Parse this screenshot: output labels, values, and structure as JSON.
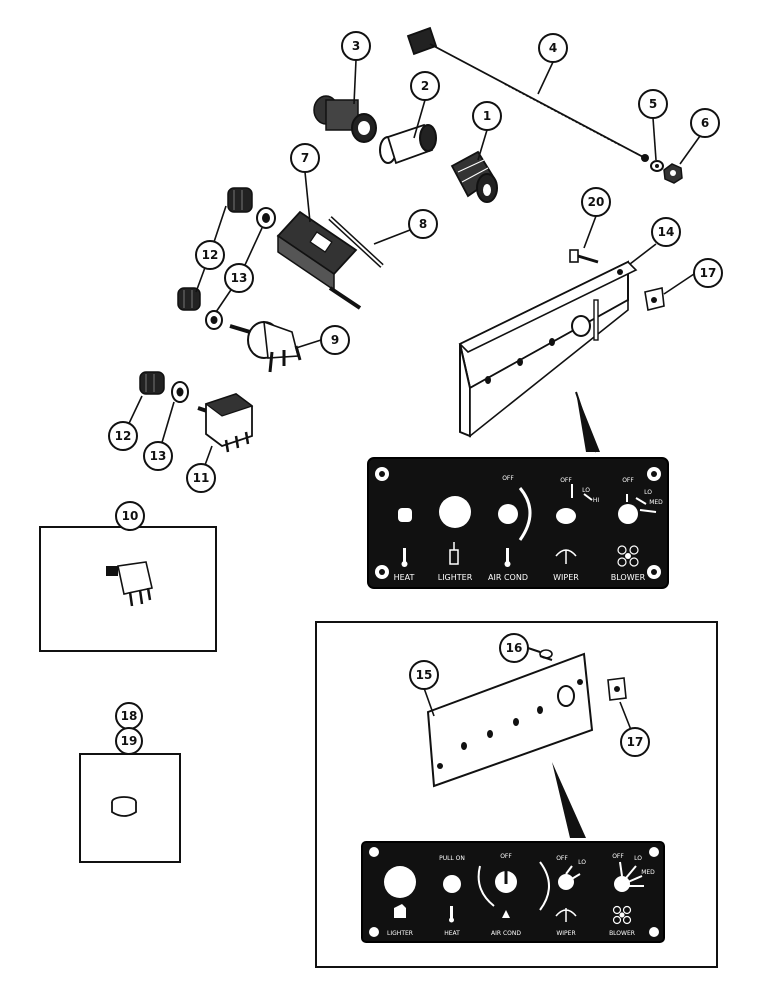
{
  "callouts": {
    "c1": "1",
    "c2": "2",
    "c3": "3",
    "c4": "4",
    "c5": "5",
    "c6": "6",
    "c7": "7",
    "c8": "8",
    "c9": "9",
    "c10": "10",
    "c11": "11",
    "c12a": "12",
    "c12b": "12",
    "c13a": "13",
    "c13b": "13",
    "c14": "14",
    "c15": "15",
    "c16": "16",
    "c17a": "17",
    "c17b": "17",
    "c18": "18",
    "c19": "19",
    "c20": "20"
  },
  "panel_upper": {
    "labels": [
      "HEAT",
      "LIGHTER",
      "AIR COND",
      "WIPER",
      "BLOWER"
    ],
    "off1": "OFF",
    "off2": "OFF",
    "off3": "OFF",
    "lo1": "LO",
    "hi1": "HI",
    "lo2": "LO",
    "med2": "MED"
  },
  "panel_lower": {
    "labels": [
      "LIGHTER",
      "HEAT",
      "AIR COND",
      "WIPER",
      "BLOWER"
    ],
    "pull_on": "PULL ON",
    "off1": "OFF",
    "off2": "OFF",
    "off3": "OFF",
    "lo1": "LO",
    "lo2": "LO",
    "med2": "MED"
  }
}
